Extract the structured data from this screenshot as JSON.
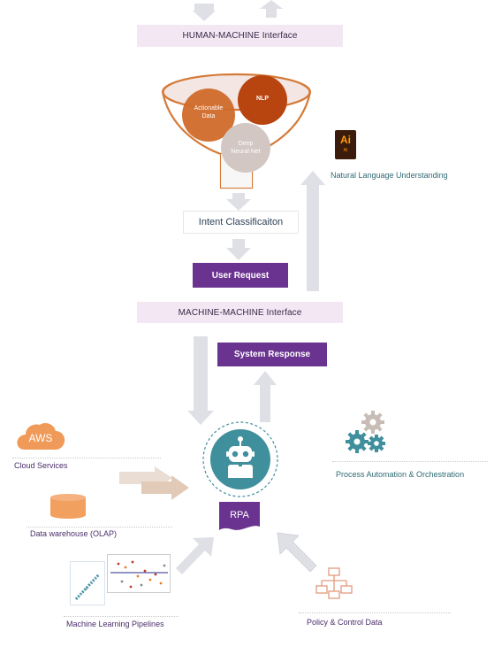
{
  "interfaces": {
    "human_machine": "HUMAN-MACHINE Interface",
    "machine_machine": "MACHINE-MACHINE Interface"
  },
  "funnel": {
    "circles": [
      {
        "label": "Actionable\nData",
        "color": "#d06a2a"
      },
      {
        "label": "NLP",
        "color": "#b8450f"
      },
      {
        "label": "Deep\nNeural Net",
        "color": "#d2c7c2"
      }
    ],
    "rim_color": "#d47a38"
  },
  "intent": "Intent Classificaiton",
  "buttons": {
    "user_request": "User Request",
    "system_response": "System Response"
  },
  "nlu": {
    "label": "Natural Language Understanding",
    "icon_text": "Ai",
    "icon_subtext": "AI"
  },
  "sources": {
    "cloud": {
      "label": "Cloud Services",
      "badge": "AWS"
    },
    "warehouse": {
      "label": "Data warehouse (OLAP)"
    },
    "ml": {
      "label": "Machine Learning Pipelines"
    },
    "process": {
      "label": "Process Automation & Orchestration"
    },
    "policy": {
      "label": "Policy & Control Data"
    }
  },
  "rpa": {
    "label": "RPA"
  },
  "colors": {
    "purple": "#6a3390",
    "teal": "#3f8f9c",
    "orange": "#e8823a",
    "arrow_gray": "#dfe0e6",
    "label_teal": "#2f6b73",
    "label_purple": "#4b2d6a"
  },
  "icons": [
    "robot-icon",
    "gear-icon",
    "aws-cloud-icon",
    "database-icon",
    "scatter-chart-icon",
    "org-chart-icon",
    "adobe-illustrator-icon",
    "arrow-icon"
  ]
}
